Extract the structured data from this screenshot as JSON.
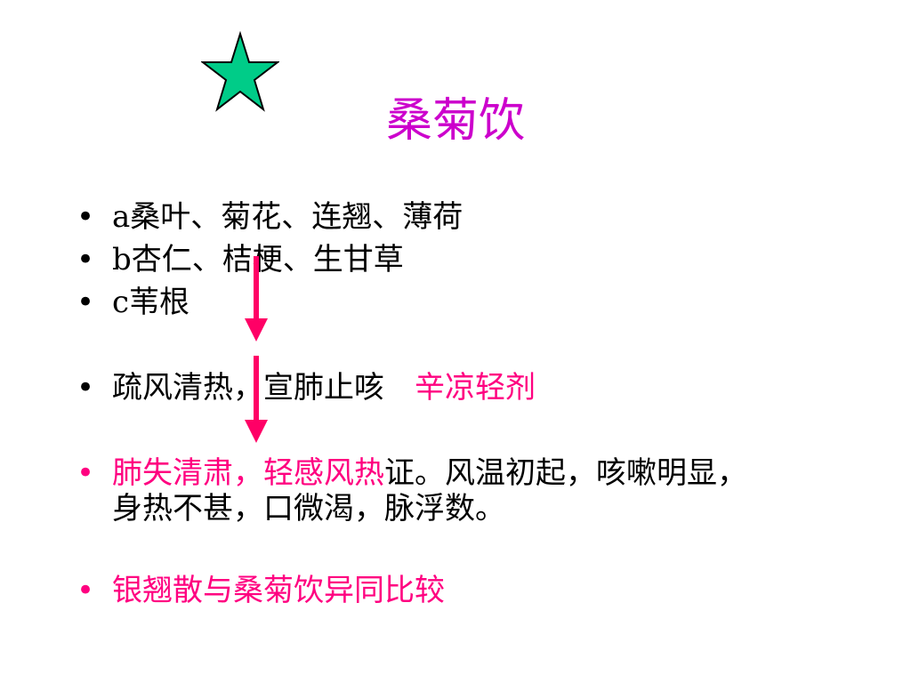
{
  "colors": {
    "accent": "#ff0080",
    "title": "#cc00cc",
    "star_fill": "#00cc88"
  },
  "title": "桑菊饮",
  "icons": [
    "star-icon",
    "down-arrow-icon",
    "down-arrow-icon"
  ],
  "bullets": {
    "marker": "•",
    "item_a": "a桑叶、菊花、连翘、薄荷",
    "item_b": "b杏仁、桔梗、生甘草",
    "item_c": "c苇根",
    "function": {
      "main": "疏风清热，宣肺止咳",
      "highlight": "辛凉轻剂"
    },
    "indication": {
      "highlight": "肺失清肃，轻感风热",
      "line1_rest": "证。风温初起，咳嗽明显，",
      "line2": "身热不甚，口微渴，脉浮数。"
    },
    "compare": "银翘散与桑菊饮异同比较"
  }
}
